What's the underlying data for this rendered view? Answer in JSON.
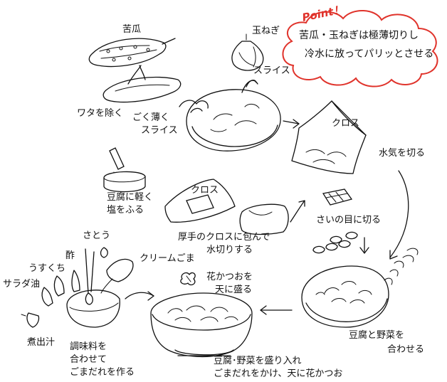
{
  "point": {
    "label": "Point！",
    "line1": "苦瓜・玉ねぎは極薄切りし",
    "line2": "冷水に放ってパリッとさせる",
    "accent_color": "#e0332b"
  },
  "labels": {
    "goya": "苦瓜",
    "tamanegi": "玉ねぎ",
    "slice": "スライス",
    "wata": "ワタを除く",
    "usuku_1": "ごく薄く",
    "usuku_2": "スライス",
    "cloth": "クロス",
    "mizuke": "水気を切る",
    "tofu_salt_1": "豆腐に軽く",
    "tofu_salt_2": "塩をふる",
    "cloth2": "クロス",
    "press_1": "厚手のクロスに包んで",
    "press_2": "水切りする",
    "dice": "さいの目に切る",
    "sugar": "さとう",
    "vinegar": "酢",
    "soy": "うすくち",
    "salad_oil": "サラダ油",
    "cream_sesame": "クリームごま",
    "katsuo_1": "花かつおを",
    "katsuo_2": "天に盛る",
    "dashi": "煮出汁",
    "sauce_1": "調味料を",
    "sauce_2": "合わせて",
    "sauce_3": "ごまだれを作る",
    "mix_1": "豆腐と野菜を",
    "mix_2": "合わせる",
    "serve_1": "豆腐･野菜を盛り入れ",
    "serve_2": "ごまだれをかけ、天に花かつお"
  }
}
